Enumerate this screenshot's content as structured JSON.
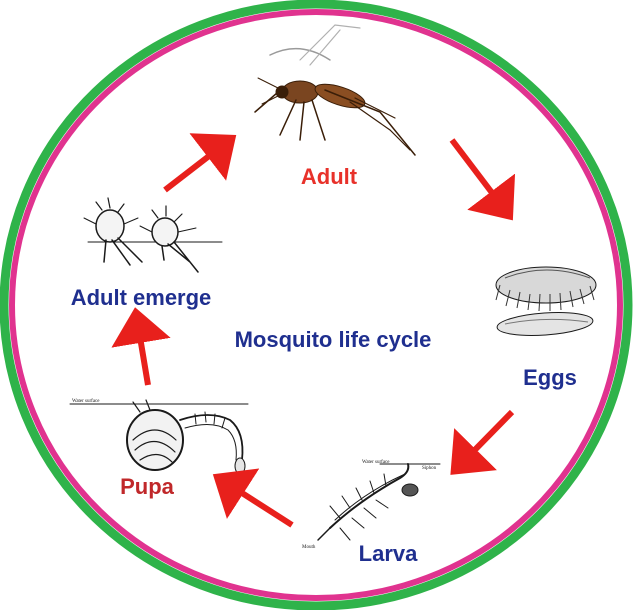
{
  "title": "Mosquito life cycle",
  "stages": [
    {
      "id": "adult",
      "label": "Adult",
      "color": "#e8312a"
    },
    {
      "id": "eggs",
      "label": "Eggs",
      "color": "#1f2f8f"
    },
    {
      "id": "larva",
      "label": "Larva",
      "color": "#1f2f8f"
    },
    {
      "id": "pupa",
      "label": "Pupa",
      "color": "#c0282a"
    },
    {
      "id": "adult_emerge",
      "label": "Adult emerge",
      "color": "#1f2f8f"
    }
  ],
  "larva_notes": {
    "water_surface": "Water surface",
    "siphon": "Siphon",
    "mouth": "Mouth"
  },
  "pupa_notes": {
    "water_surface": "Water surface"
  },
  "colors": {
    "outer_ring": "#2fb34a",
    "inner_ring": "#e0338f",
    "arrow": "#e8201c",
    "title": "#1f2f8f",
    "drawing_ink": "#1a1a1a",
    "mosquito_body": "#6b3a18"
  },
  "icons": [
    "adult-mosquito-icon",
    "eggs-icon",
    "larva-icon",
    "pupa-icon",
    "adult-emerge-icon",
    "cycle-arrow-icon"
  ]
}
